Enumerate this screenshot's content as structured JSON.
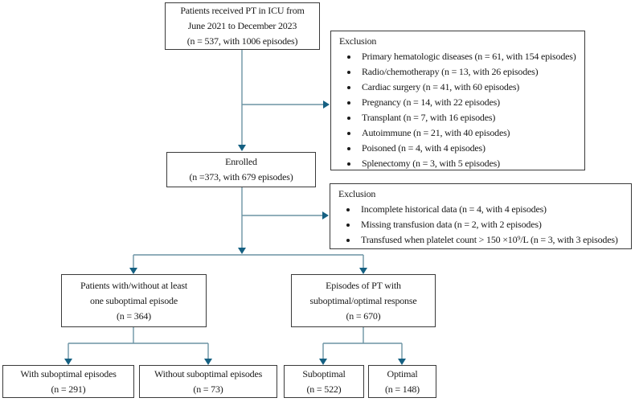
{
  "colors": {
    "line": "#6b93a4",
    "arrow": "#156082",
    "box_border": "#3a3a3a",
    "text": "#1a1a1a"
  },
  "boxes": {
    "top": {
      "lines": [
        "Patients received PT in ICU from",
        "June 2021 to December 2023",
        "(n = 537, with 1006 episodes)"
      ]
    },
    "exclusion1": {
      "title": "Exclusion",
      "items": [
        "Primary hematologic diseases (n = 61, with 154 episodes)",
        "Radio/chemotherapy (n = 13, with 26 episodes)",
        "Cardiac surgery (n = 41, with 60 episodes)",
        "Pregnancy (n = 14, with 22 episodes)",
        "Transplant (n = 7, with 16 episodes)",
        "Autoimmune (n = 21, with 40 episodes)",
        "Poisoned (n = 4, with 4 episodes)",
        "Splenectomy (n = 3, with 5 episodes)"
      ]
    },
    "enrolled": {
      "lines": [
        "Enrolled",
        "(n =373, with 679 episodes)"
      ]
    },
    "exclusion2": {
      "title": "Exclusion",
      "items": [
        "Incomplete historical data (n = 4, with 4 episodes)",
        "Missing transfusion data (n = 2, with 2 episodes)",
        "Transfused when platelet count > 150  ×10⁹/L (n = 3, with 3 episodes)"
      ]
    },
    "patients_suboptimal": {
      "lines": [
        "Patients with/without at least",
        "one suboptimal episode",
        "(n = 364)"
      ]
    },
    "episodes_pt": {
      "lines": [
        "Episodes of PT with",
        "suboptimal/optimal response",
        "(n = 670)"
      ]
    },
    "with_suboptimal": {
      "lines": [
        "With suboptimal episodes",
        "(n = 291)"
      ]
    },
    "without_suboptimal": {
      "lines": [
        "Without suboptimal episodes",
        "(n = 73)"
      ]
    },
    "suboptimal": {
      "lines": [
        "Suboptimal",
        "(n = 522)"
      ]
    },
    "optimal": {
      "lines": [
        "Optimal",
        "(n = 148)"
      ]
    }
  }
}
